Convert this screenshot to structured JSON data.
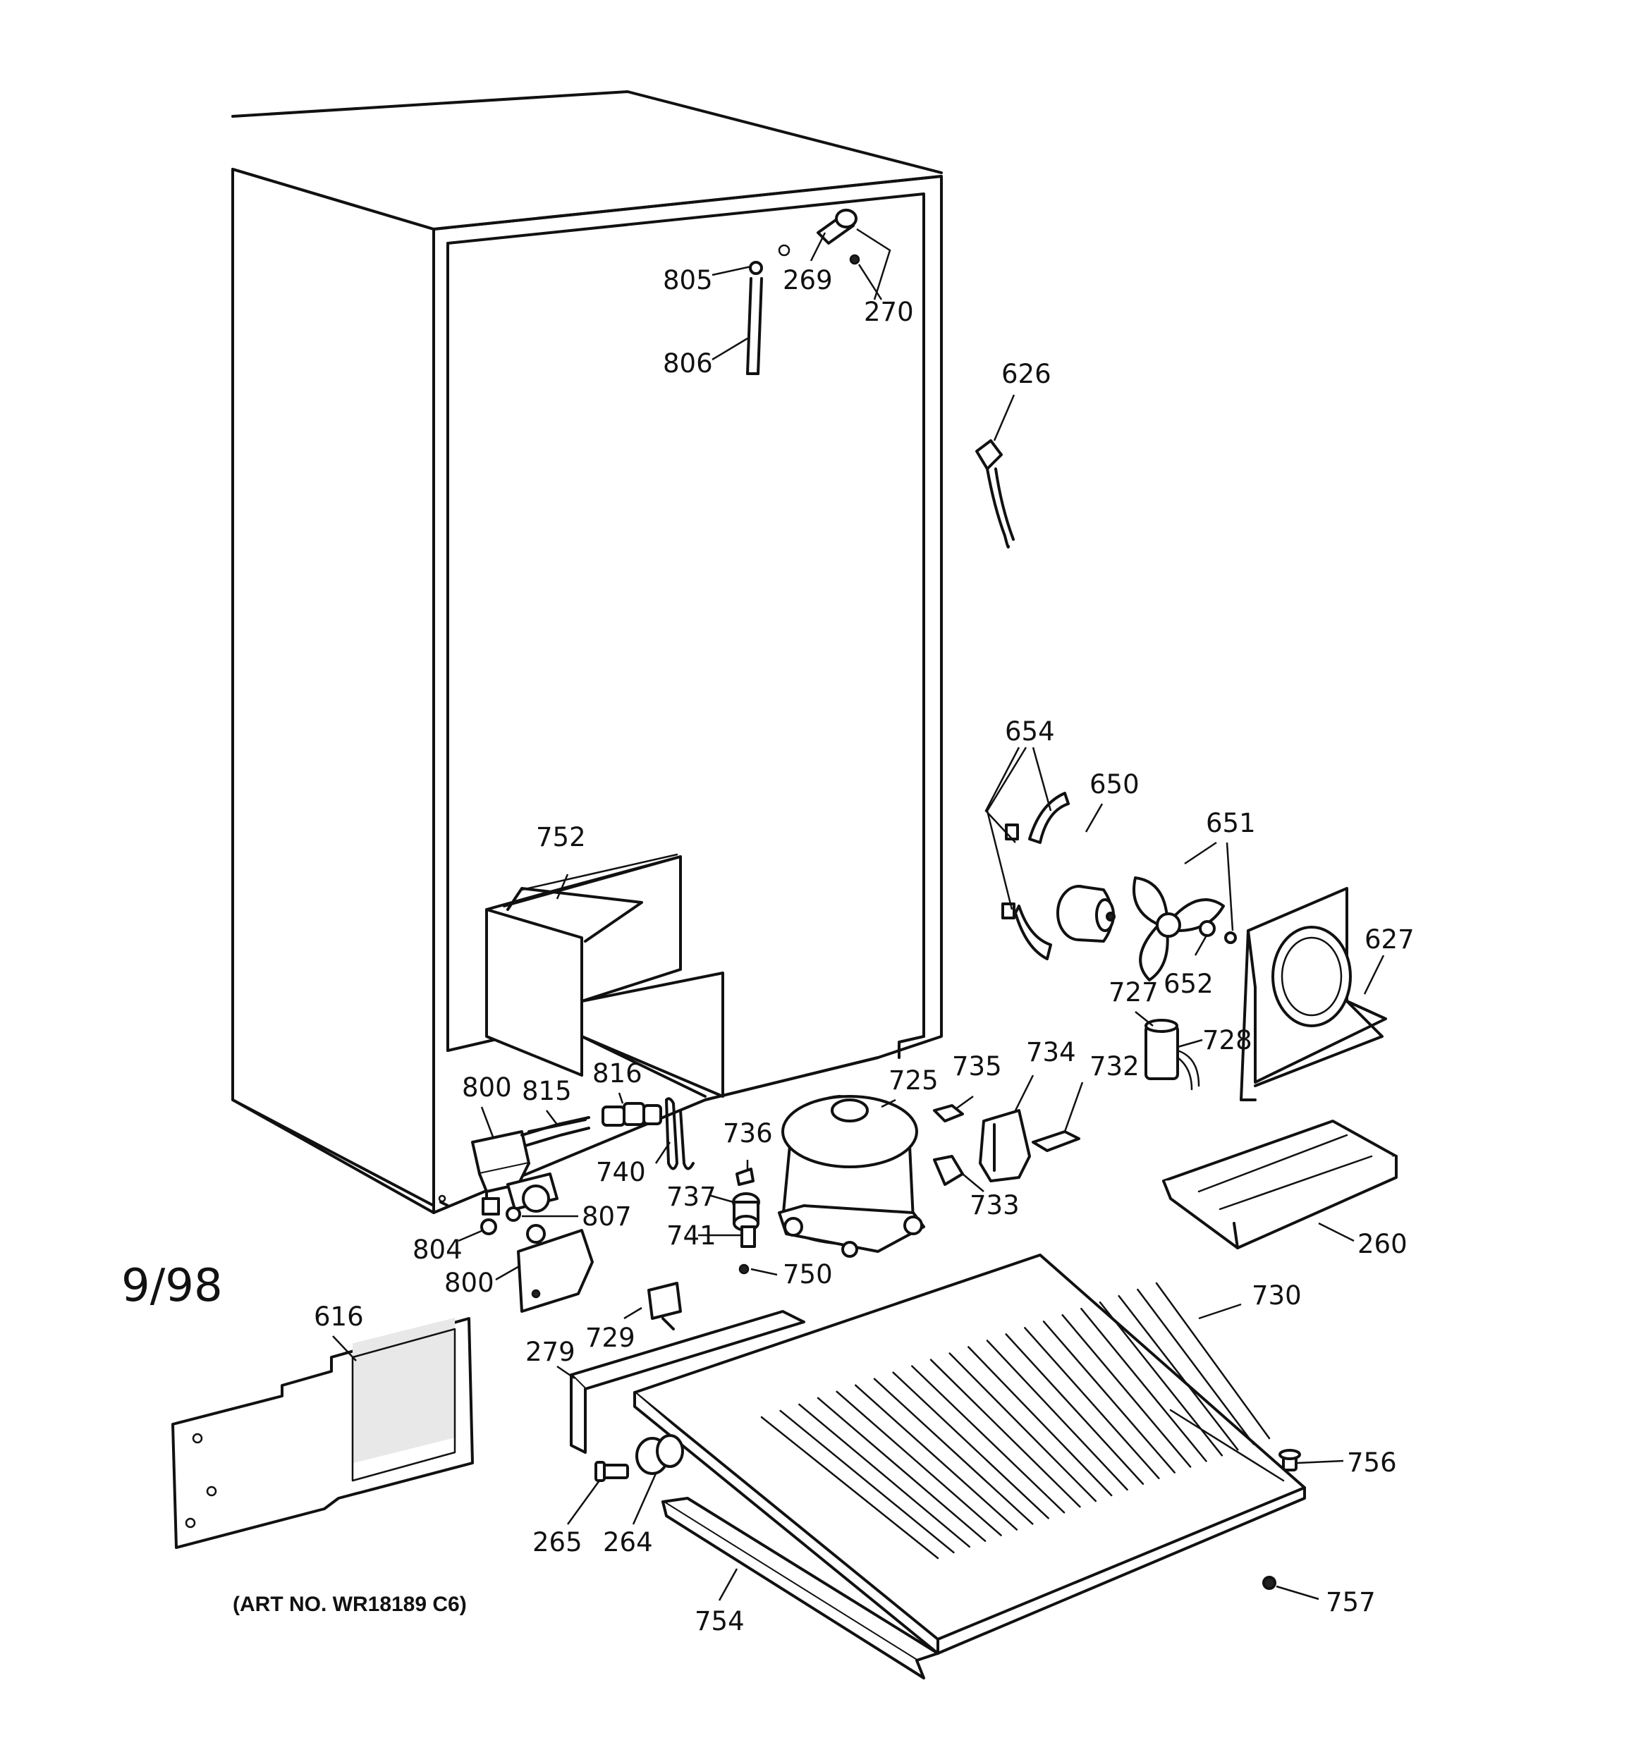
{
  "date_code": "9/98",
  "art_number": "(ART NO. WR18189 C6)",
  "parts": {
    "p805": "805",
    "p269": "269",
    "p270": "270",
    "p806": "806",
    "p626": "626",
    "p654": "654",
    "p650": "650",
    "p651": "651",
    "p652": "652",
    "p627": "627",
    "p727": "727",
    "p728": "728",
    "p752": "752",
    "p800a": "800",
    "p815": "815",
    "p816": "816",
    "p740": "740",
    "p736": "736",
    "p725": "725",
    "p735": "735",
    "p734": "734",
    "p732": "732",
    "p733": "733",
    "p737": "737",
    "p741": "741",
    "p750": "750",
    "p807": "807",
    "p804": "804",
    "p800b": "800",
    "p729": "729",
    "p260": "260",
    "p730": "730",
    "p616": "616",
    "p279": "279",
    "p756": "756",
    "p265": "265",
    "p264": "264",
    "p757": "757",
    "p754": "754"
  }
}
